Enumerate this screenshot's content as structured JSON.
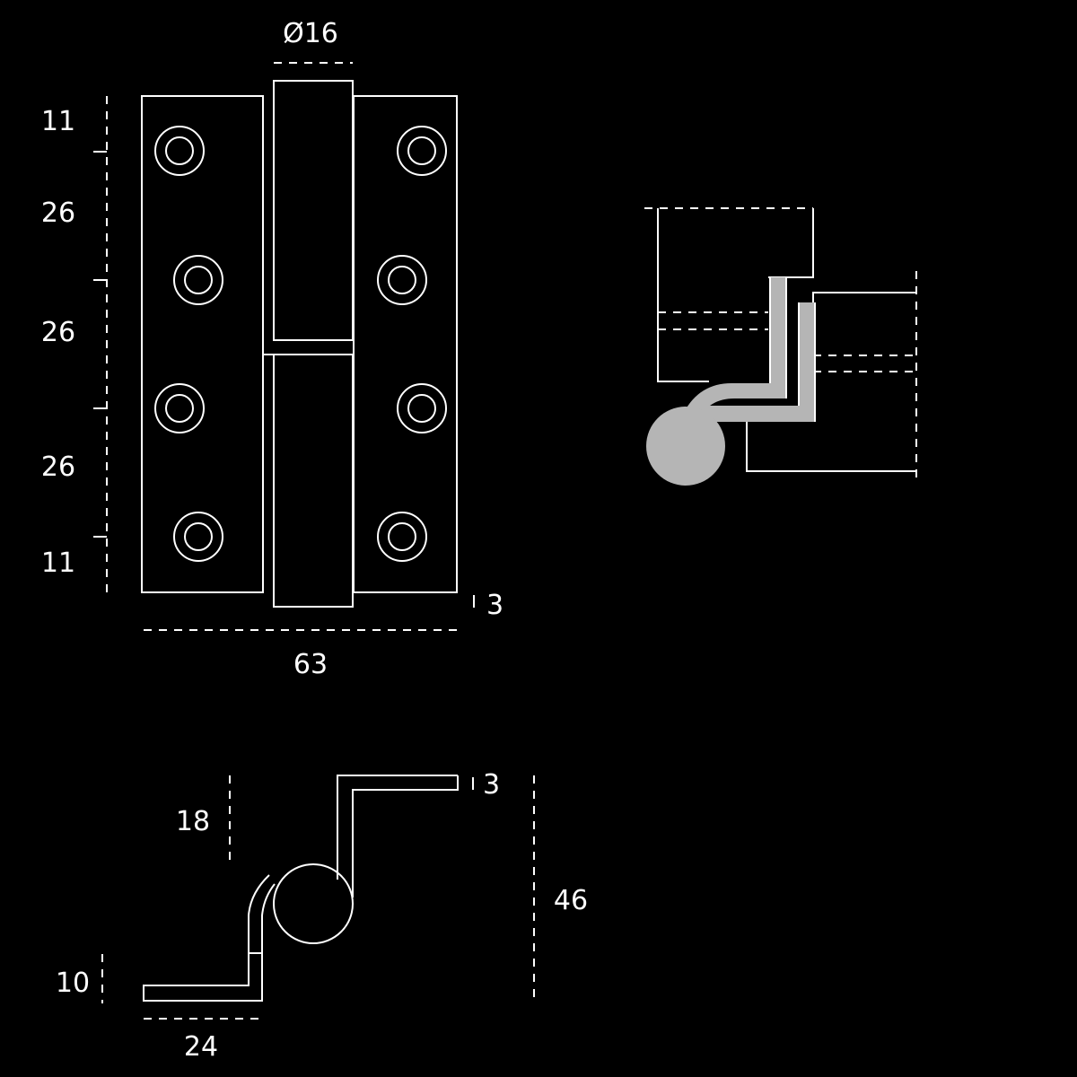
{
  "front_view": {
    "pin_diameter": "Ø16",
    "hole_spacing": [
      "11",
      "26",
      "26",
      "26",
      "11"
    ],
    "plate_thickness": "3",
    "width": "63"
  },
  "top_view": {
    "leg_height_upper": "18",
    "leg_height_lower": "10",
    "flange_length": "24",
    "plate_thickness": "3",
    "total_height": "46"
  },
  "colors": {
    "background": "#000000",
    "line": "#ffffff",
    "shading": "#b5b5b5"
  }
}
